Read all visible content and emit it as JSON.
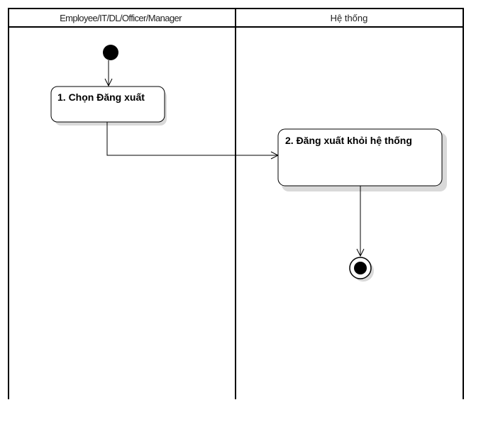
{
  "swimlanes": [
    {
      "title": "Employee/IT/DL/Officer/Manager"
    },
    {
      "title": "Hệ thống"
    }
  ],
  "actions": [
    {
      "label": "1. Chọn Đăng xuất"
    },
    {
      "label": "2. Đăng xuất khỏi hệ thống"
    }
  ],
  "colors": {
    "line": "#000000",
    "shadow": "#d9d9d9",
    "background": "#ffffff"
  }
}
